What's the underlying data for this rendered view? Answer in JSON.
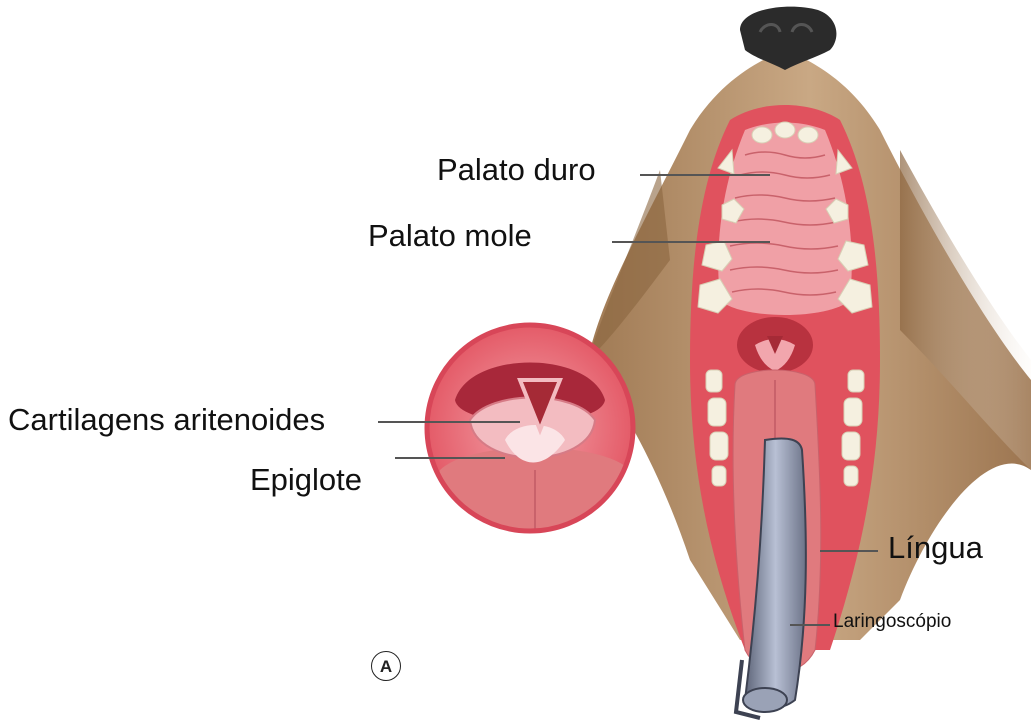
{
  "diagram": {
    "labels": {
      "palato_duro": "Palato duro",
      "palato_mole": "Palato mole",
      "cartilagens_aritenoides": "Cartilagens aritenoides",
      "epiglote": "Epiglote",
      "lingua": "Língua",
      "laringoscopio": "Laringoscópio"
    },
    "panel_marker": "A"
  },
  "colors": {
    "fur": "#b08a64",
    "fur_dark": "#7a5a3c",
    "mucosa": "#e0525e",
    "palate": "#f0a0a6",
    "tongue": "#e07a7e",
    "teeth": "#f5f0e0",
    "nose": "#2b2b2b",
    "scope_blade": "#8c93a8",
    "leader_line": "#555555"
  }
}
